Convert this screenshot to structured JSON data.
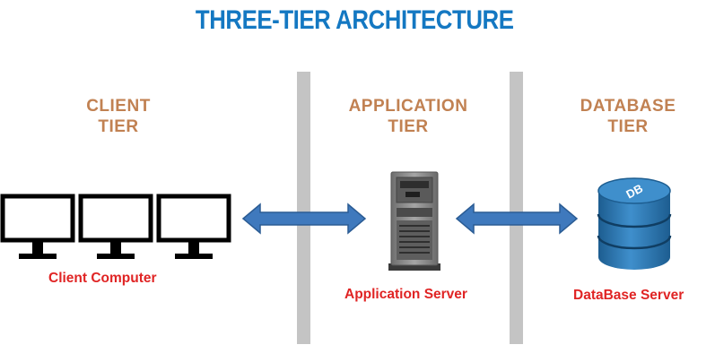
{
  "title": "THREE-TIER ARCHITECTURE",
  "tiers": {
    "client": {
      "line1": "CLIENT",
      "line2": "TIER"
    },
    "application": {
      "line1": "APPLICATION",
      "line2": "TIER"
    },
    "database": {
      "line1": "DATABASE",
      "line2": "TIER"
    }
  },
  "captions": {
    "client": "Client Computer",
    "application": "Application Server",
    "database": "DataBase Server"
  },
  "db_label": "DB",
  "colors": {
    "title": "#1478c2",
    "tier_label": "#c18152",
    "caption": "#e02424",
    "divider": "#c4c4c4",
    "arrow_fill": "#3f79bd",
    "arrow_stroke": "#2b5c94",
    "db_body": "#2c79b4",
    "server_body": "#8a8a8a"
  },
  "icons": {
    "client": "monitor-icon",
    "application": "server-tower-icon",
    "database": "database-cylinder-icon",
    "arrow": "double-arrow-icon"
  }
}
